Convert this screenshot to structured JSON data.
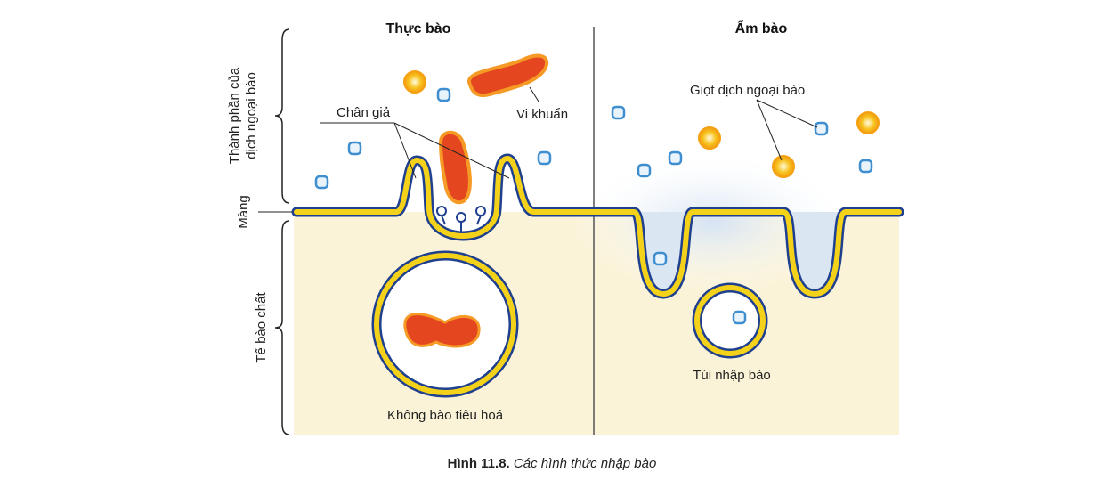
{
  "titles": {
    "left": "Thực bào",
    "right": "Ẩm bào"
  },
  "side_labels": {
    "extracellular_line1": "Thành phần của",
    "extracellular_line2": "dịch ngoại bào",
    "membrane": "Màng",
    "cytoplasm": "Tế bào chất"
  },
  "labels": {
    "pseudopod": "Chân giả",
    "bacteria": "Vi khuẩn",
    "extracellular_droplet": "Giọt dịch ngoại bào",
    "food_vacuole": "Không bào tiêu hoá",
    "pinocytic_vesicle": "Túi nhập bào"
  },
  "caption": {
    "number": "Hình 11.8.",
    "text": "Các hình thức nhập bào"
  },
  "colors": {
    "membrane_outer": "#1f3f8f",
    "membrane_inner": "#f5d21a",
    "cytoplasm": "#fbf3d8",
    "bacteria": "#e4461f",
    "bacteria_edge": "#f59a25"
  }
}
